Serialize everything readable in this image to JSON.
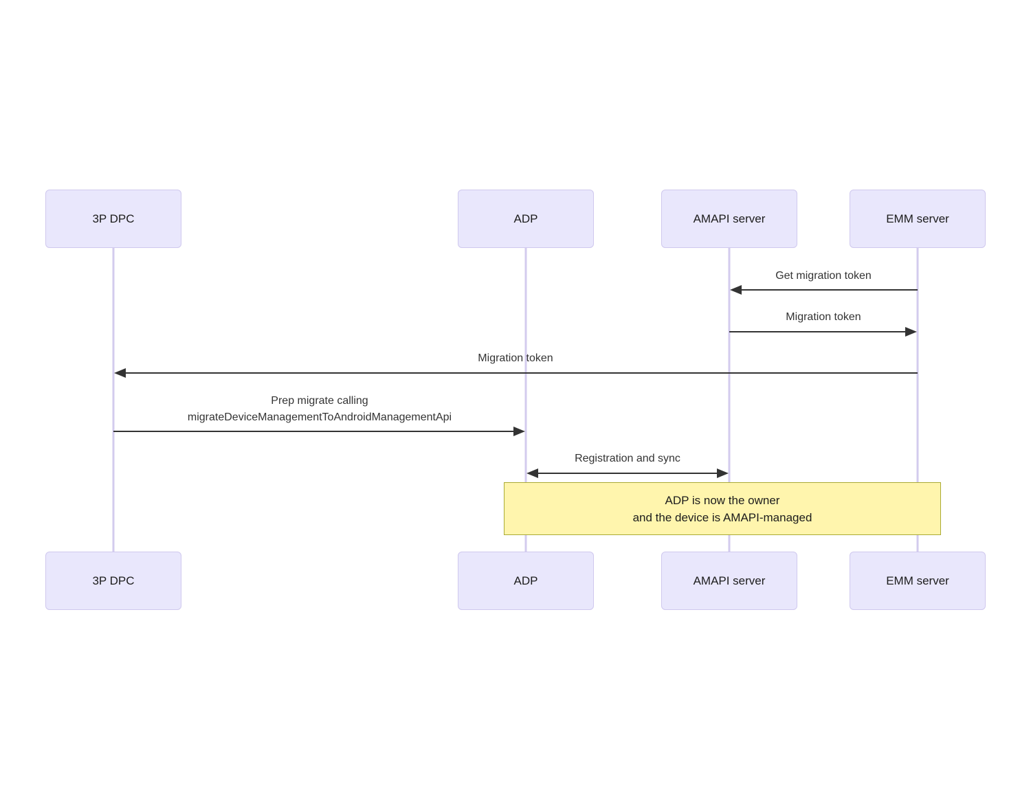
{
  "diagram": {
    "kind": "sequence-diagram",
    "actors": [
      {
        "label": "3P DPC"
      },
      {
        "label": "ADP"
      },
      {
        "label": "AMAPI server"
      },
      {
        "label": "EMM server"
      }
    ],
    "messages": [
      {
        "from": "EMM server",
        "to": "AMAPI server",
        "label": "Get migration token",
        "arrow": "left"
      },
      {
        "from": "AMAPI server",
        "to": "EMM server",
        "label": "Migration token",
        "arrow": "right"
      },
      {
        "from": "EMM server",
        "to": "3P DPC",
        "label": "Migration token",
        "arrow": "left"
      },
      {
        "from": "3P DPC",
        "to": "ADP",
        "lines": [
          "Prep migrate calling",
          "migrateDeviceManagementToAndroidManagementApi"
        ],
        "arrow": "right"
      },
      {
        "from": "ADP",
        "to": "AMAPI server",
        "label": "Registration and sync",
        "arrow": "both"
      }
    ],
    "note": {
      "over": [
        "ADP",
        "EMM server"
      ],
      "lines": [
        "ADP is now the owner",
        "and the device is AMAPI-managed"
      ]
    },
    "colors": {
      "background": "#FFFFFF",
      "actor_fill": "#E9E7FC",
      "actor_border": "#CFC8EE",
      "lifeline": "#D3CBEE",
      "arrow": "#333333",
      "message_text": "#333333",
      "note_fill": "#FFF5AD",
      "note_border": "#AAAA33"
    }
  }
}
